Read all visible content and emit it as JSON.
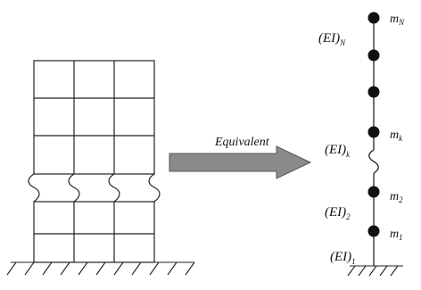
{
  "arrow_label": "Equivalent",
  "masses": {
    "top": {
      "main": "m",
      "sub": "N"
    },
    "k": {
      "main": "m",
      "sub": "k"
    },
    "second": {
      "main": "m",
      "sub": "2"
    },
    "first": {
      "main": "m",
      "sub": "1"
    }
  },
  "stiffness": {
    "top": {
      "main": "(EI)",
      "sub": "N"
    },
    "k": {
      "main": "(EI)",
      "sub": "k"
    },
    "second": {
      "main": "(EI)",
      "sub": "2"
    },
    "first": {
      "main": "(EI)",
      "sub": "1"
    }
  },
  "colors": {
    "line": "#222222",
    "mass": "#111111",
    "arrow_fill": "#8a8a8a",
    "arrow_stroke": "#555555"
  }
}
